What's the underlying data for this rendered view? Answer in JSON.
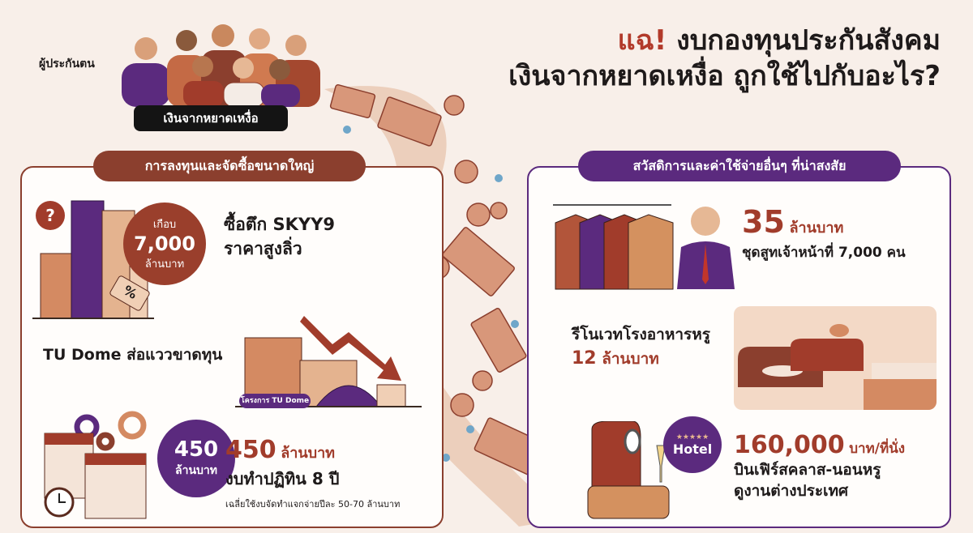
{
  "header": {
    "title_highlight": "แฉ!",
    "title_line1": "งบกองทุนประกันสังคม",
    "title_line2": "เงินจากหยาดเหงื่อ ถูกใช้ไปกับอะไร?"
  },
  "insured": {
    "label": "ผู้ประกันตน",
    "tag": "เงินจากหยาดเหงื่อ"
  },
  "left_panel": {
    "heading": "การลงทุนและจัดซื้อขนาดใหญ่",
    "skyy9": {
      "badge_top": "เกือบ",
      "badge_value": "7,000",
      "badge_unit": "ล้านบาท",
      "line1": "ซื้อตึก SKYY9",
      "line2": "ราคาสูงลิ่ว",
      "tag_symbol": "%"
    },
    "tudome": {
      "headline": "TU Dome ส่อแววขาดทุน",
      "label": "โครงการ TU Dome"
    },
    "calendar": {
      "badge_value": "450",
      "badge_unit": "ล้านบาท",
      "amount": "450",
      "unit": "ล้านบาท",
      "line1": "งบทำปฏิทิน 8 ปี",
      "note": "เฉลี่ยใช้งบจัดทำแจกจ่ายปีละ 50-70 ล้านบาท"
    }
  },
  "right_panel": {
    "heading": "สวัสดิการและค่าใช้จ่ายอื่นๆ ที่น่าสงสัย",
    "suits": {
      "amount": "35",
      "unit": "ล้านบาท",
      "line1": "ชุดสูทเจ้าหน้าที่ 7,000 คน"
    },
    "canteen": {
      "line1": "รีโนเวทโรงอาหารหรู",
      "amount": "12",
      "unit": "ล้านบาท"
    },
    "flight": {
      "amount": "160,000",
      "unit": "บาท/ที่นั่ง",
      "line1": "บินเฟิร์สคลาส-นอนหรู",
      "line2": "ดูงานต่างประเทศ",
      "badge_stars": "★★★★★",
      "badge_label": "Hotel"
    }
  },
  "colors": {
    "brown": "#8b3f2e",
    "accent_red": "#b23a2a",
    "purple": "#5b2a7e",
    "background": "#f8efe9",
    "black_tag": "#141414"
  }
}
